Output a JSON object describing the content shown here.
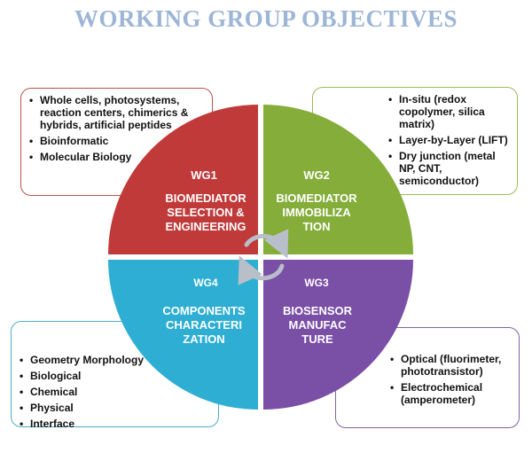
{
  "title": "WORKING GROUP OBJECTIVES",
  "colors": {
    "wg1": "#c03a3a",
    "wg2": "#84ad3a",
    "wg3": "#7a4fa6",
    "wg4": "#2eaed3",
    "title": "#9db6d6",
    "cycle_arrows": "#b8bfc8"
  },
  "quadrants": {
    "wg1": {
      "id": "WG1",
      "lines": [
        "BIOMEDIATOR",
        "SELECTION &",
        "ENGINEERING"
      ]
    },
    "wg2": {
      "id": "WG2",
      "lines": [
        "BIOMEDIATOR",
        "IMMOBILIZA",
        "TION"
      ]
    },
    "wg3": {
      "id": "WG3",
      "lines": [
        "BIOSENSOR",
        "MANUFAC",
        "TURE"
      ]
    },
    "wg4": {
      "id": "WG4",
      "lines": [
        "COMPONENTS",
        "CHARACTERI",
        "ZATION"
      ]
    }
  },
  "boxes": {
    "wg1": [
      "Whole cells, photosystems, reaction centers, chimerics & hybrids, artificial  peptides",
      "Bioinformatic",
      "Molecular Biology"
    ],
    "wg2": [
      "In-situ (redox copolymer, silica matrix)",
      "Layer-by-Layer (LIFT)",
      "Dry junction (metal NP, CNT, semiconductor)"
    ],
    "wg3": [
      "Optical (fluorimeter, phototransistor)",
      "Electrochemical (amperometer)"
    ],
    "wg4": [
      "Geometry Morphology",
      "Biological",
      "Chemical",
      "Physical",
      "Interface"
    ]
  }
}
